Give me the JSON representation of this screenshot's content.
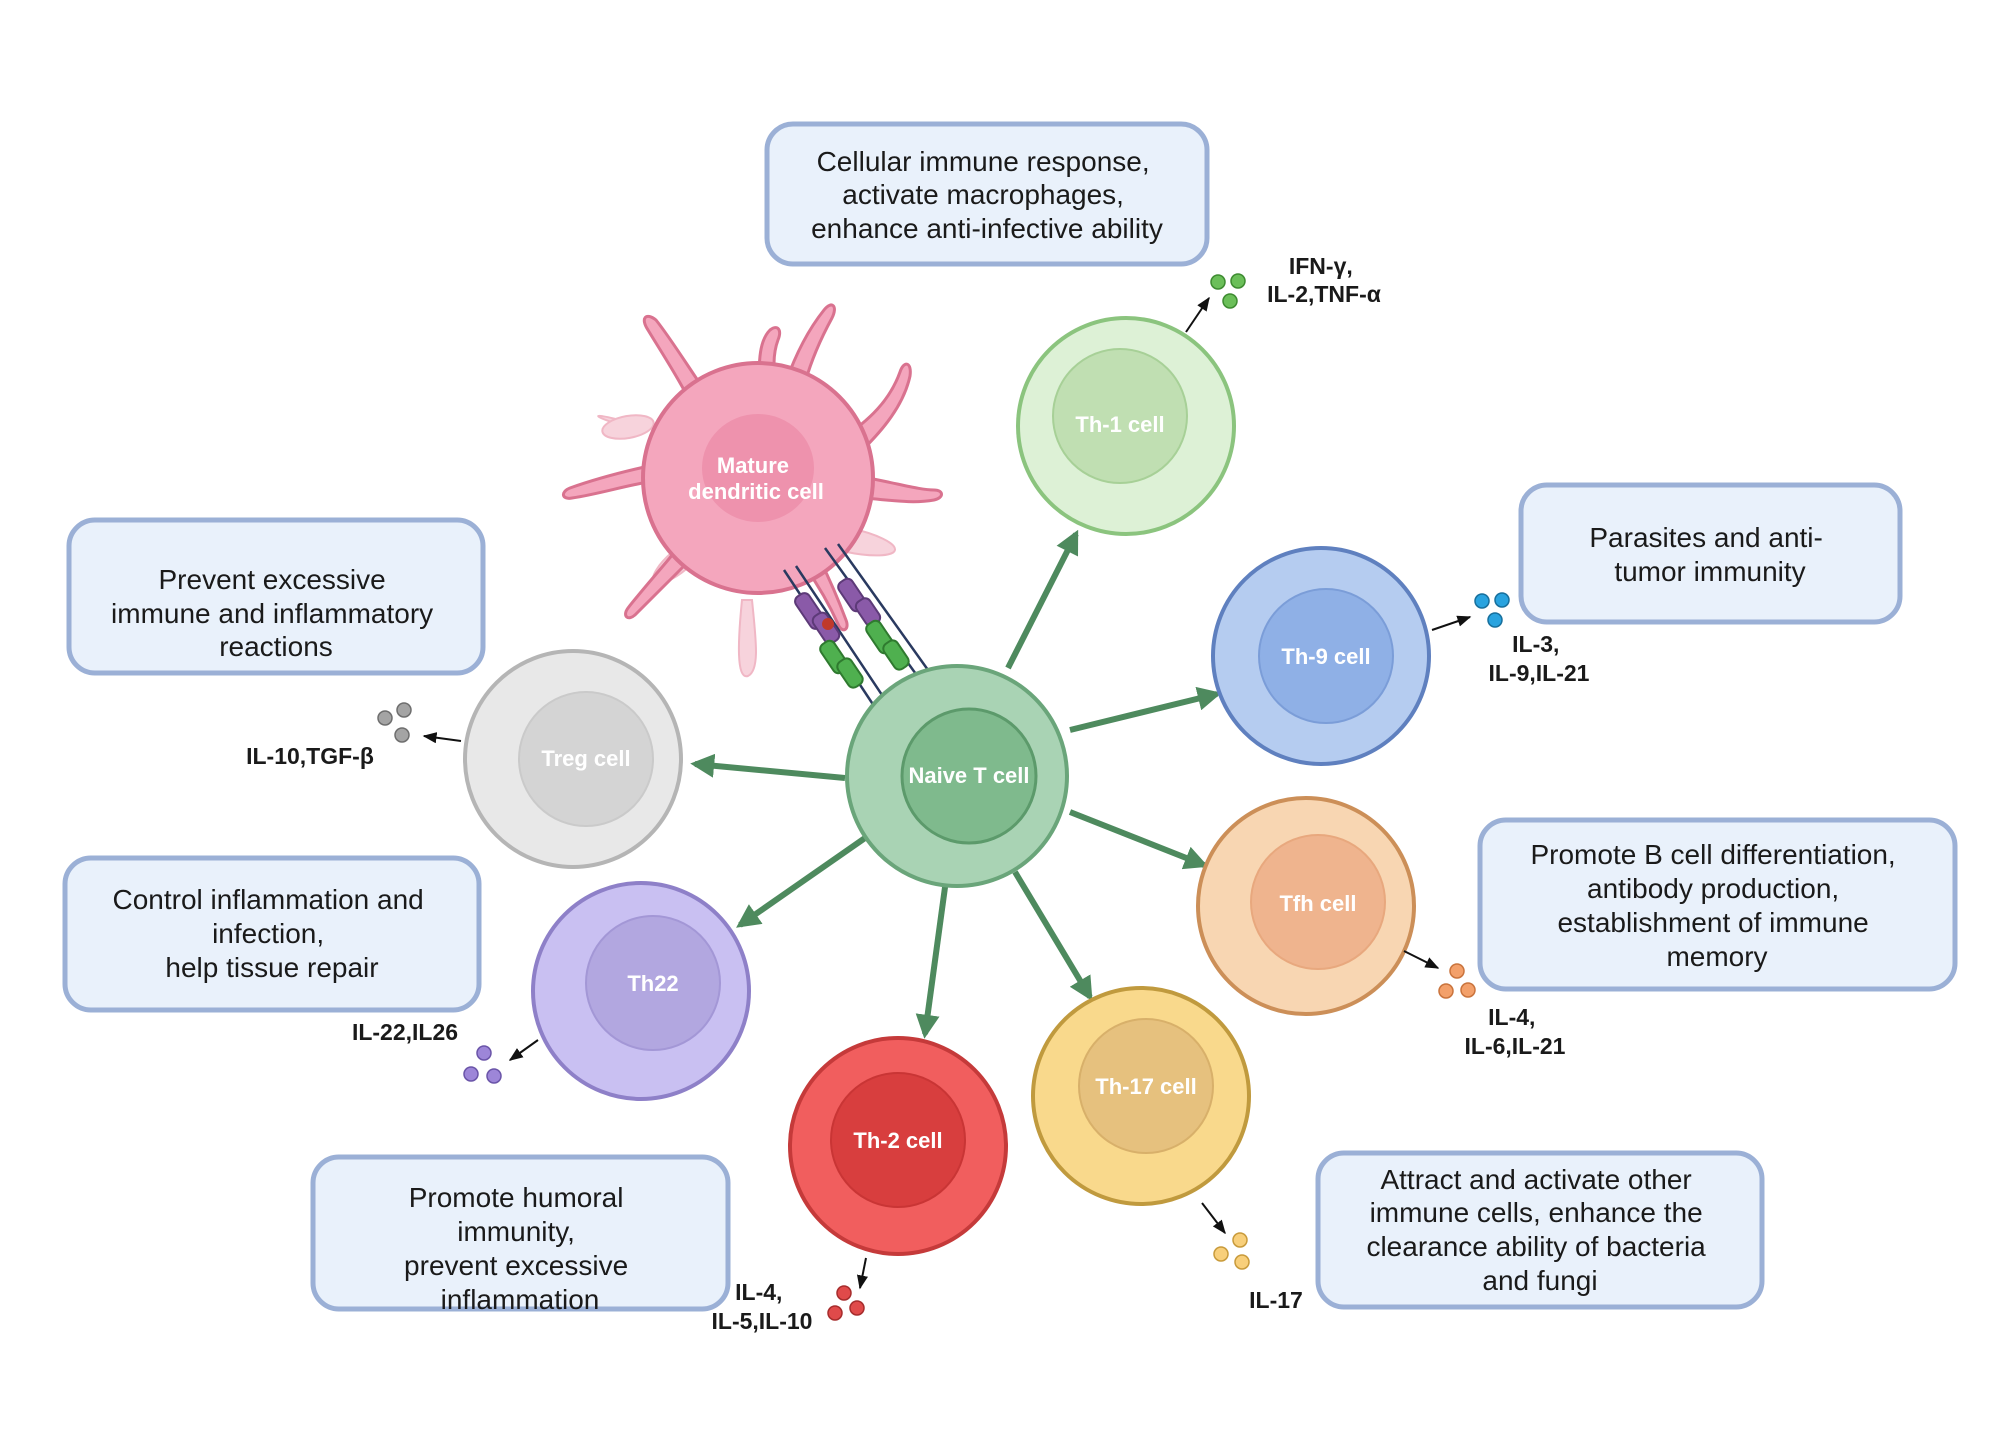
{
  "colors": {
    "arrow": "#4e8a5e",
    "box_fill": "#e9f1fb",
    "box_stroke": "#9bb0d6"
  },
  "dendritic_cell": {
    "label_line1": "Mature",
    "label_line2": "dendritic cell"
  },
  "naive": {
    "label": "Naive T cell"
  },
  "th1": {
    "label": "Th-1 cell",
    "cytokines_line1": "IFN-γ,",
    "cytokines_line2": "IL-2,TNF-α"
  },
  "th9": {
    "label": "Th-9 cell",
    "cytokines_line1": "IL-3,",
    "cytokines_line2": "IL-9,IL-21"
  },
  "tfh": {
    "label": "Tfh cell",
    "cytokines_line1": "IL-4,",
    "cytokines_line2": "IL-6,IL-21"
  },
  "th17": {
    "label": "Th-17 cell",
    "cytokines_line1": "IL-17"
  },
  "th2": {
    "label": "Th-2 cell",
    "cytokines_line1": "IL-4,",
    "cytokines_line2": "IL-5,IL-10"
  },
  "th22": {
    "label": "Th22",
    "cytokines_line1": "IL-22,IL26"
  },
  "treg": {
    "label": "Treg cell",
    "cytokines_line1": "IL-10,TGF-β"
  },
  "boxes": {
    "th1": [
      "Cellular immune response,",
      "activate macrophages,",
      "enhance anti-infective ability"
    ],
    "th9": [
      "Parasites and anti-",
      "tumor immunity"
    ],
    "tfh": [
      "Promote B cell differentiation,",
      "antibody production,",
      "establishment of immune",
      "memory"
    ],
    "th17": [
      "Attract and activate other",
      "immune cells, enhance the",
      "clearance ability of bacteria",
      "and fungi"
    ],
    "th2": [
      "Promote humoral",
      "immunity,",
      "prevent excessive",
      "inflammation"
    ],
    "th22": [
      "Control inflammation and",
      "infection,",
      "help tissue repair"
    ],
    "treg": [
      "Prevent excessive",
      "immune and inflammatory",
      "reactions"
    ]
  }
}
